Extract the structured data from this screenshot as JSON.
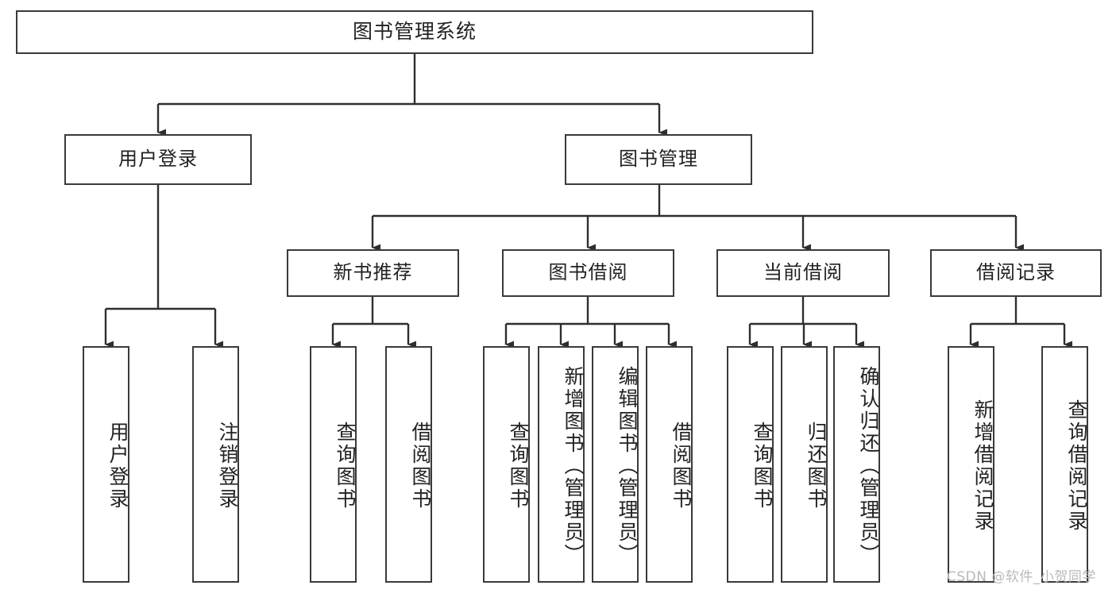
{
  "diagram": {
    "type": "tree-hierarchy-chart",
    "title": "图书管理系统",
    "watermark": "CSDN @软件_小贺同学",
    "colors": {
      "box_border": "#3a3a3a",
      "box_fill": "#ffffff",
      "connector": "#2e2e2e",
      "text": "#222222",
      "watermark": "#b9b9b9",
      "background": "#ffffff"
    },
    "root": {
      "label": "图书管理系统"
    },
    "level2": [
      {
        "label": "用户登录"
      },
      {
        "label": "图书管理"
      }
    ],
    "level3": [
      {
        "label": "新书推荐"
      },
      {
        "label": "图书借阅"
      },
      {
        "label": "当前借阅"
      },
      {
        "label": "借阅记录"
      }
    ],
    "leaves": {
      "user_login": [
        {
          "label": "用户登录"
        },
        {
          "label": "注销登录"
        }
      ],
      "new_book_recommend": [
        {
          "label": "查询图书"
        },
        {
          "label": "借阅图书"
        }
      ],
      "book_borrow": [
        {
          "label": "查询图书"
        },
        {
          "label": "新增图书（管理员）"
        },
        {
          "label": "编辑图书（管理员）"
        },
        {
          "label": "借阅图书"
        }
      ],
      "current_borrow": [
        {
          "label": "查询图书"
        },
        {
          "label": "归还图书"
        },
        {
          "label": "确认归还（管理员）"
        }
      ],
      "borrow_record": [
        {
          "label": "新增借阅记录"
        },
        {
          "label": "查询借阅记录"
        }
      ]
    }
  }
}
